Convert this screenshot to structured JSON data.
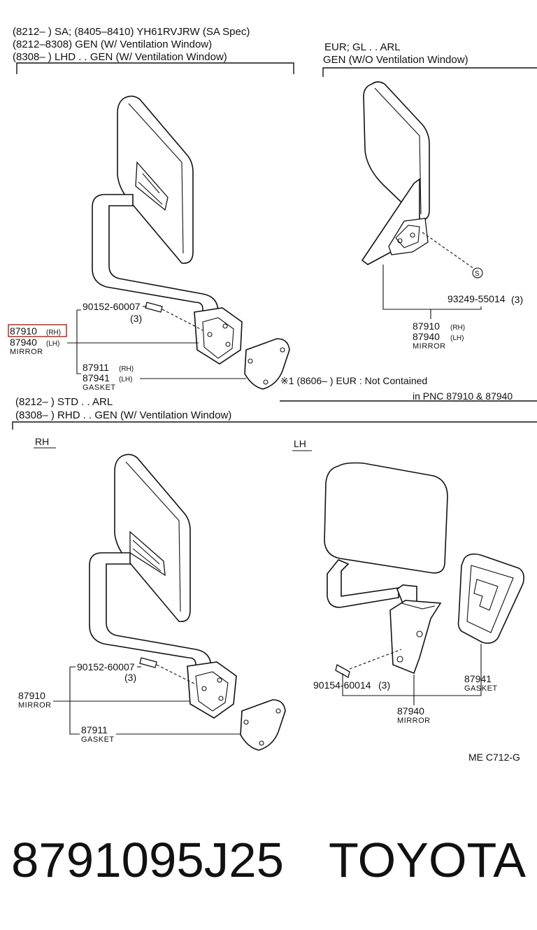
{
  "section_top_left": {
    "line1": "(8212–      ) SA; (8405–8410) YH61RVJRW (SA Spec)",
    "line2": "(8212–8308) GEN (W/ Ventilation Window)",
    "line3": "(8308–      ) LHD . . GEN (W/ Ventilation Window)"
  },
  "section_top_right": {
    "line1": "EUR; GL . . ARL",
    "line2": "GEN (W/O Ventilation Window)"
  },
  "section_bottom": {
    "line1": "(8212–      ) STD . . ARL",
    "line2": "(8308–      ) RHD . . GEN (W/ Ventilation Window)",
    "rh_label": "RH",
    "lh_label": "LH"
  },
  "note": {
    "line1": "※1 (8606–       ) EUR  :  Not Contained",
    "line2": "in PNC 87910 & 87940"
  },
  "callouts": {
    "tl_bolt_num": "90152-60007",
    "tl_bolt_qty": "(3)",
    "tl_mirror_rh": "87910",
    "tl_mirror_rh_tag": "(RH)",
    "tl_mirror_lh": "87940",
    "tl_mirror_lh_tag": "(LH)",
    "tl_mirror_name": "MIRROR",
    "tl_gasket_rh": "87911",
    "tl_gasket_rh_tag": "(RH)",
    "tl_gasket_lh": "87941",
    "tl_gasket_lh_tag": "(LH)",
    "tl_gasket_name": "GASKET",
    "tr_s_marker": "S",
    "tr_screw_num": "93249-55014",
    "tr_screw_qty": "(3)",
    "tr_mirror_rh": "87910",
    "tr_mirror_rh_tag": "(RH)",
    "tr_mirror_lh": "87940",
    "tr_mirror_lh_tag": "(LH)",
    "tr_mirror_name": "MIRROR",
    "bl_bolt_num": "90152-60007",
    "bl_bolt_qty": "(3)",
    "bl_mirror": "87910",
    "bl_mirror_name": "MIRROR",
    "bl_gasket": "87911",
    "bl_gasket_name": "GASKET",
    "br_bolt_num": "90154-60014",
    "br_bolt_qty": "(3)",
    "br_gasket": "87941",
    "br_gasket_name": "GASKET",
    "br_mirror": "87940",
    "br_mirror_name": "MIRROR"
  },
  "ref_code": "ME  C712-G",
  "footer": {
    "part_number": "8791095J25",
    "brand": "TOYOTA"
  },
  "highlight_color": "#d0312d"
}
